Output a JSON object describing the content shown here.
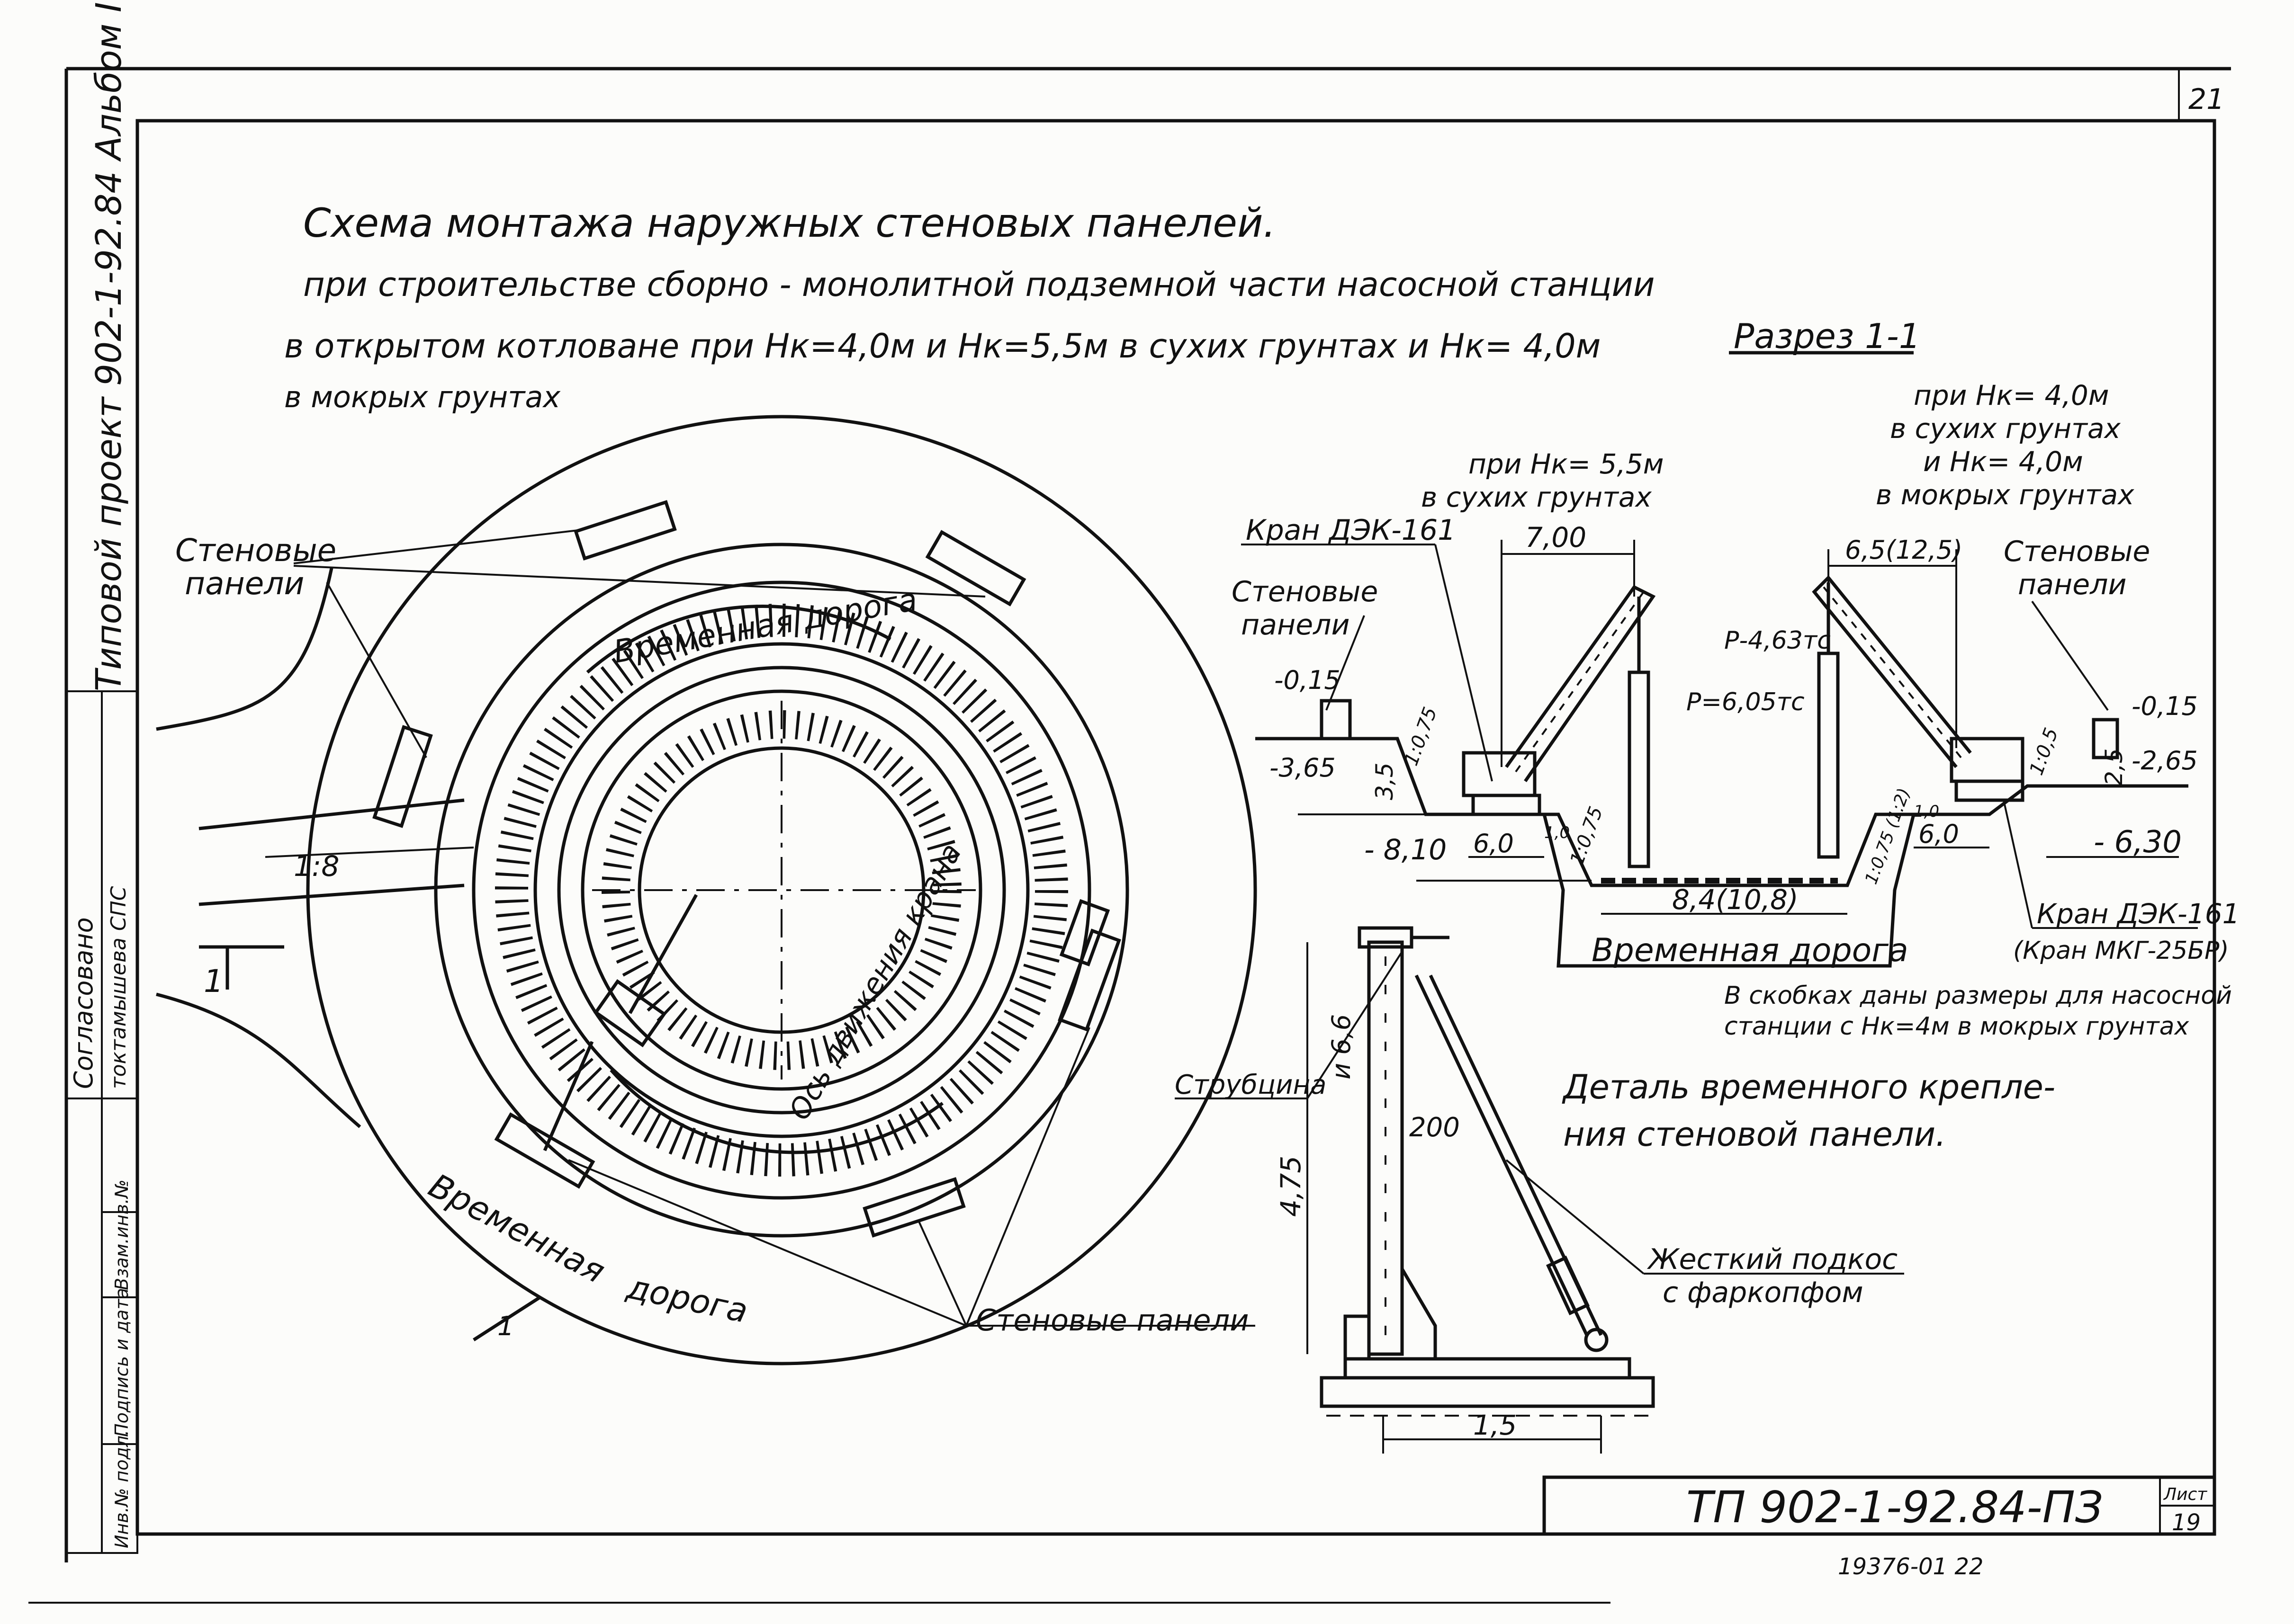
{
  "sheet": {
    "page_number": "21",
    "side_title": "Типовой проект 902-1-92.84 Альбом I",
    "stamp_agreed": "Согласовано",
    "stamp_org": "токтамышева СПС",
    "stamp_col1": "Инв.№ подл.",
    "stamp_col2": "Подпись и дата",
    "stamp_col3": "Взам.инв.№",
    "doc_code": "ТП 902-1-92.84-ПЗ",
    "list_label": "Лист",
    "list_number": "19",
    "archive_number": "19376-01 22"
  },
  "title": {
    "line1": "Схема монтажа наружных стеновых панелей.",
    "line2": "при строительстве сборно - монолитной подземной части насосной станции",
    "line3": "в открытом котловане при Нк=4,0м и Нк=5,5м в сухих грунтах и Нк= 4,0м",
    "line4": "в мокрых грунтах"
  },
  "plan": {
    "label_panels_left_1": "Стеновые",
    "label_panels_left_2": "панели",
    "label_temp_road_inner": "Временная дорога",
    "label_crane_axis": "Ось движения крана",
    "label_temp_road_outer_1": "Временная",
    "label_temp_road_outer_2": "дорога",
    "label_panels_bottom": "Стеновые панели",
    "ramp_slope": "1:8",
    "section_mark_top": "1",
    "section_mark_bottom": "1"
  },
  "section": {
    "title": "Разрез 1-1",
    "note_left_1": "при Нк= 5,5м",
    "note_left_2": "в сухих грунтах",
    "note_right_1": "при Нк= 4,0м",
    "note_right_2": "в сухих грунтах",
    "note_right_3": "и Нк= 4,0м",
    "note_right_4": "в мокрых грунтах",
    "crane_left": "Кран ДЭК-161",
    "crane_right_1": "Кран ДЭК-161",
    "crane_right_2": "(Кран МКГ-25БР)",
    "panels_left_1": "Стеновые",
    "panels_left_2": "панели",
    "panels_right_1": "Стеновые",
    "panels_right_2": "панели",
    "dim_reach_left": "7,00",
    "dim_reach_right": "6,5(12,5)",
    "load_a": "Р-4,63тс",
    "load_b": "Р=6,05тс",
    "lvl_left_top": "-0,15",
    "lvl_left_mid": "-3,65",
    "lvl_left_bottom": "- 8,10",
    "lvl_right_top": "-0,15",
    "lvl_right_mid": "-2,65",
    "lvl_right_bottom": "- 6,30",
    "dim_35": "3,5",
    "dim_25": "2,5",
    "dim_60_left": "6,0",
    "dim_60_right": "6,0",
    "dim_10_left": "1,0",
    "dim_10_right": "1,0",
    "slope_1": "1:0,75",
    "slope_2": "1:0,75",
    "slope_3": "1:0,75 (1:2)",
    "slope_4": "1:0,5",
    "dim_bottom": "8,4(10,8)",
    "label_temp_road": "Временная дорога",
    "note_brackets_1": "В скобках даны размеры для насосной",
    "note_brackets_2": "станции с Нк=4м в мокрых грунтах"
  },
  "detail": {
    "title_1": "Деталь временного крепле-",
    "title_2": "ния стеновой панели.",
    "label_sling": "Струбцина",
    "label_sling_size": "и 6,6",
    "label_strut_1": "Жесткий подкос",
    "label_strut_2": "с фаркопфом",
    "dim_height": "4,75",
    "dim_200": "200",
    "dim_base": "1,5"
  }
}
